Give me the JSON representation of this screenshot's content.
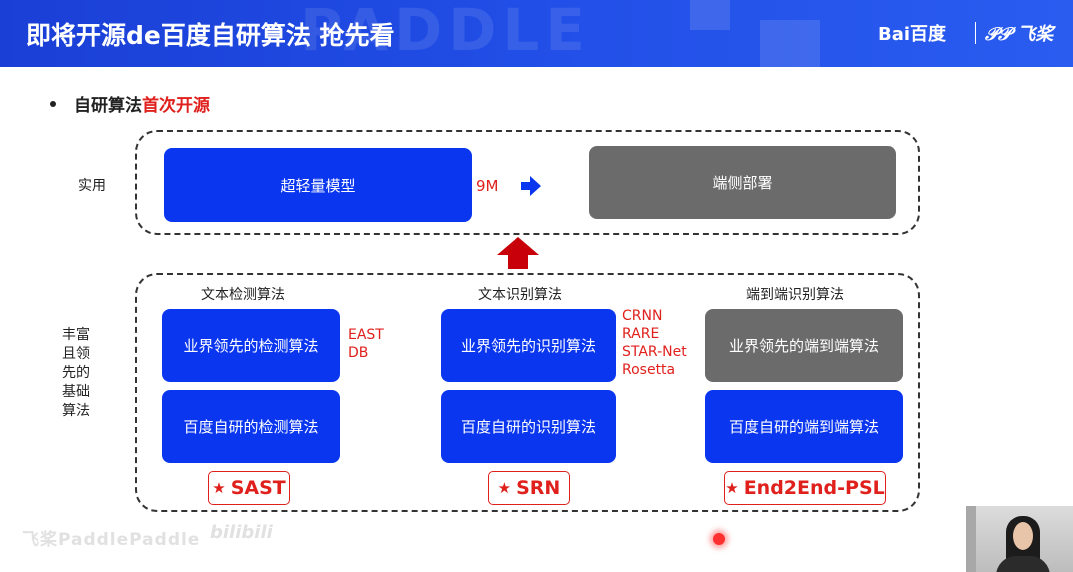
{
  "header": {
    "title": "即将开源de百度自研算法 抢先看",
    "watermark": "PADDLE",
    "brand_baidu": "Bai百度",
    "brand_paddle": "飞桨"
  },
  "bullet": {
    "text_black": "自研算法",
    "text_red": "首次开源"
  },
  "practical": {
    "side_label": "实用",
    "model_box": "超轻量模型",
    "size_label": "9M",
    "deploy_box": "端侧部署"
  },
  "basic": {
    "side_label": "丰富且领先的基础算法",
    "columns": [
      {
        "heading": "文本检测算法",
        "leading_box": "业界领先的检测算法",
        "own_box": "百度自研的检测算法",
        "algorithms": [
          "EAST",
          "DB"
        ],
        "badge": "SAST"
      },
      {
        "heading": "文本识别算法",
        "leading_box": "业界领先的识别算法",
        "own_box": "百度自研的识别算法",
        "algorithms": [
          "CRNN",
          "RARE",
          "STAR-Net",
          "Rosetta"
        ],
        "badge": "SRN"
      },
      {
        "heading": "端到端识别算法",
        "leading_box": "业界领先的端到端算法",
        "own_box": "百度自研的端到端算法",
        "algorithms": [],
        "badge": "End2End-PSL"
      }
    ]
  },
  "overlay": {
    "subtitle": "飞桨PaddlePaddle",
    "site": "bilibili"
  },
  "colors": {
    "header_blue": "#1a3fd6",
    "box_blue": "#0a36ef",
    "box_gray": "#6b6b6b",
    "accent_red": "#e0201c"
  },
  "icons": {
    "arrow_right": "arrow-right-icon",
    "arrow_up": "arrow-up-icon",
    "star": "star-icon"
  }
}
